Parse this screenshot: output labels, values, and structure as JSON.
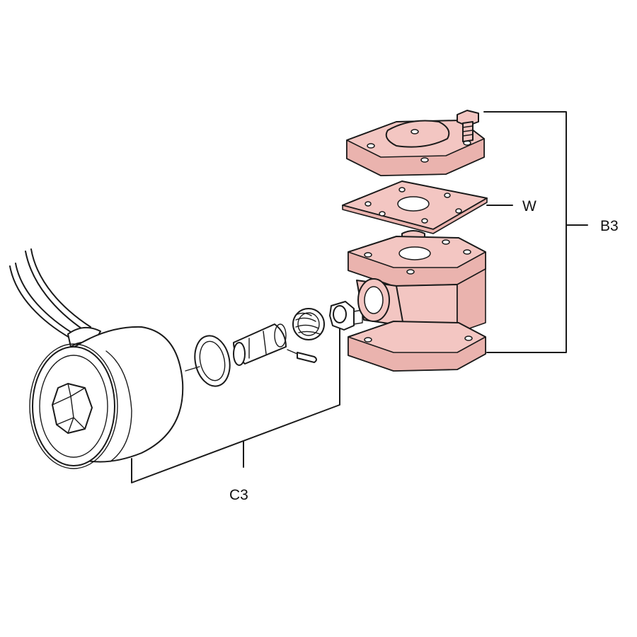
{
  "labels": {
    "w": "W",
    "b3": "B3",
    "c3": "C3"
  },
  "colors": {
    "part_highlight": "#f3c6c2",
    "part_shade": "#eab3ae",
    "line": "#1a1a1a",
    "background": "#ffffff"
  }
}
